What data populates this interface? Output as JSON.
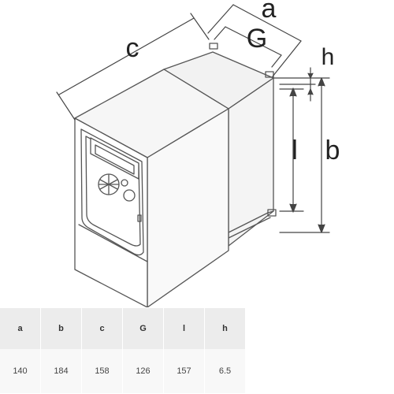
{
  "diagram": {
    "labels": {
      "a": "a",
      "G": "G",
      "c": "c",
      "h": "h",
      "l": "l",
      "b": "b"
    }
  },
  "table": {
    "headers": [
      "a",
      "b",
      "c",
      "G",
      "l",
      "h"
    ],
    "values": [
      "140",
      "184",
      "158",
      "126",
      "157",
      "6.5"
    ]
  }
}
